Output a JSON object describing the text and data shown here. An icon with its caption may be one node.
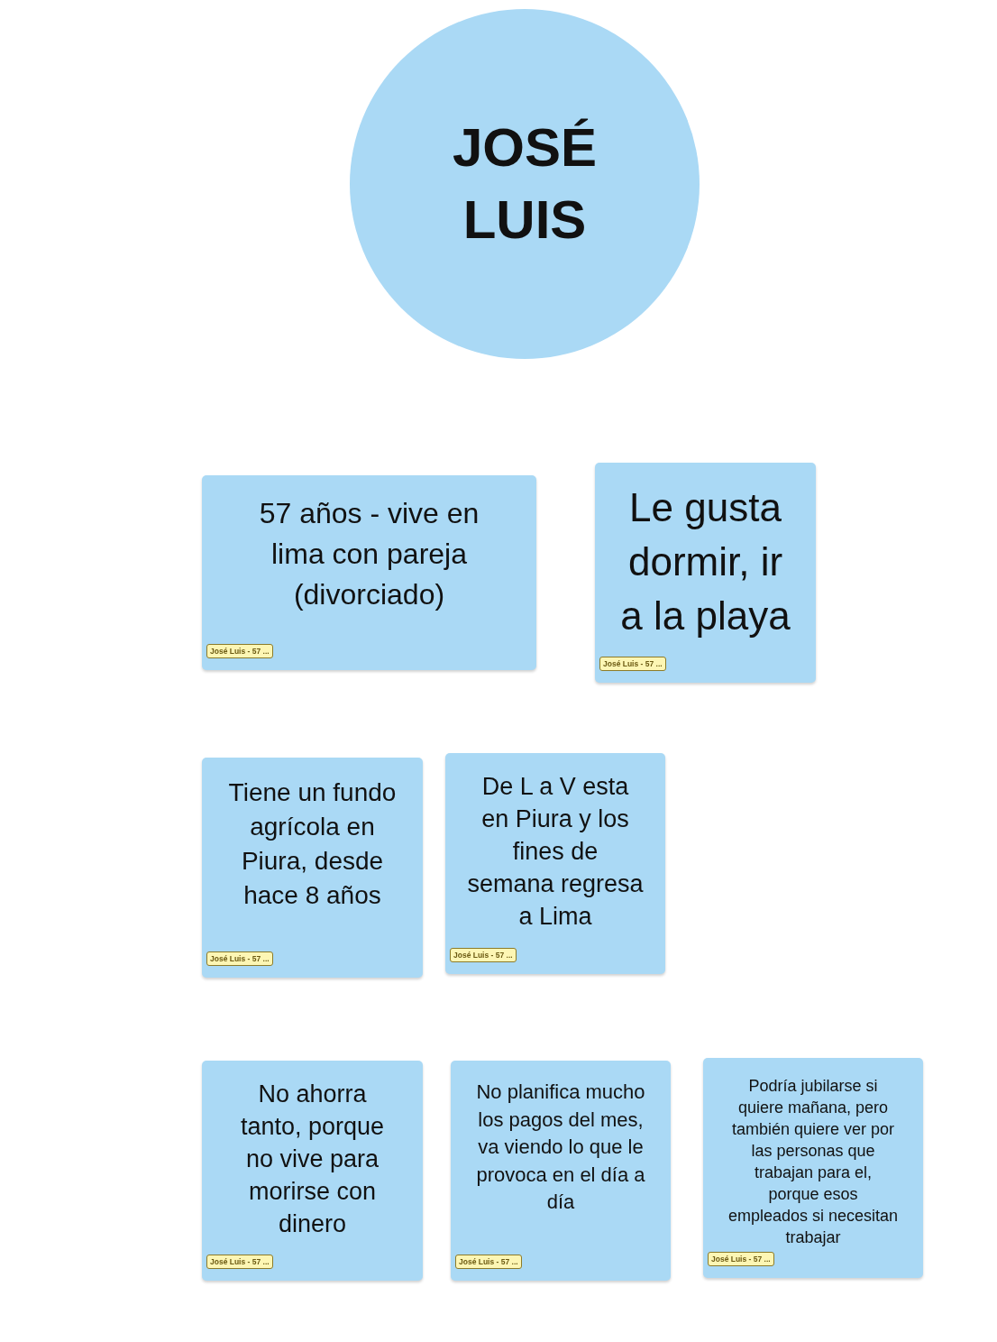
{
  "diagram": {
    "nodes": [
      {
        "text": [
          "JOSÉ LUIS"
        ]
      },
      {
        "text": [
          "57 años - vive en lima con pareja (divorciado)"
        ]
      },
      {
        "text": [
          "José Luis - 57 ..."
        ],
        "in": 1
      },
      {
        "text": [
          "Le gusta dormir, ir a la playa"
        ]
      },
      {
        "text": [
          "José Luis - 57 ..."
        ],
        "in": 3
      },
      {
        "text": [
          "Tiene un fundo agrícola en Piura, desde hace 8 años"
        ]
      },
      {
        "text": [
          "José Luis - 57 ..."
        ],
        "in": 5
      },
      {
        "text": [
          "De L a V esta en Piura y los fines de semana regresa a Lima"
        ]
      },
      {
        "text": [
          "José Luis - 57 ..."
        ],
        "in": 7
      },
      {
        "text": [
          "No ahorra tanto, porque no vive para morirse con dinero"
        ]
      },
      {
        "text": [
          "José Luis - 57 ..."
        ],
        "in": 9
      },
      {
        "text": [
          "No planifica mucho los pagos del mes, va viendo lo que le provoca en el día a día"
        ]
      },
      {
        "text": [
          "José Luis - 57 ..."
        ],
        "in": 11
      },
      {
        "text": [
          "Podría jubilarse si quiere mañana, pero también quiere ver por las personas que trabajan para el, porque esos empleados si necesitan trabajar"
        ]
      },
      {
        "text": [
          "José Luis - 57 ..."
        ],
        "in": 13
      }
    ],
    "edges": []
  }
}
